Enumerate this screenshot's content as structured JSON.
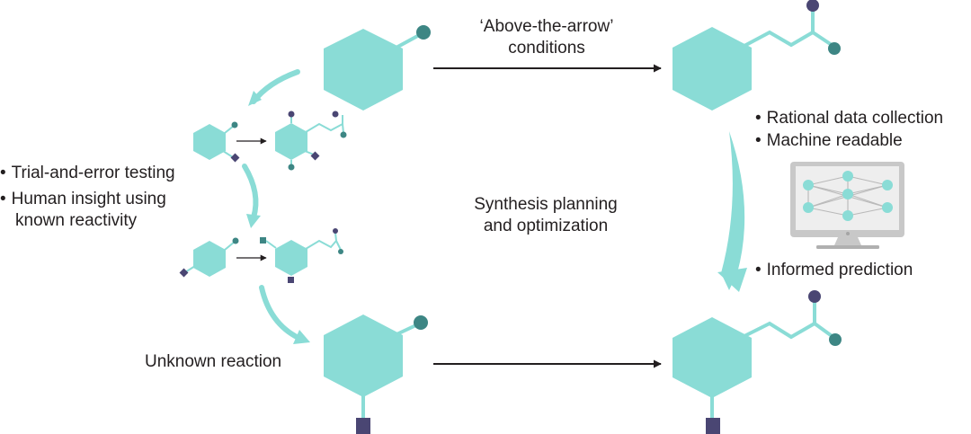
{
  "labels": {
    "above_arrow_line1": "‘Above-the-arrow’",
    "above_arrow_line2": "conditions",
    "synthesis_line1": "Synthesis planning",
    "synthesis_line2": "and optimization",
    "unknown_reaction": "Unknown reaction"
  },
  "left_bullets": {
    "trial": "Trial-and-error testing",
    "human_line1": "Human insight using",
    "human_line2": "known reactivity"
  },
  "right_bullets": {
    "rational": "Rational data collection",
    "machine": "Machine readable",
    "informed": "Informed prediction"
  },
  "colors": {
    "hexagon": "#8adcd6",
    "curved_arrow": "#8adcd6",
    "teal_atom": "#3d8684",
    "purple_atom": "#4a4673",
    "arrow": "#231f20",
    "monitor_frame": "#c8c8c8",
    "monitor_screen": "#eeeeee"
  }
}
